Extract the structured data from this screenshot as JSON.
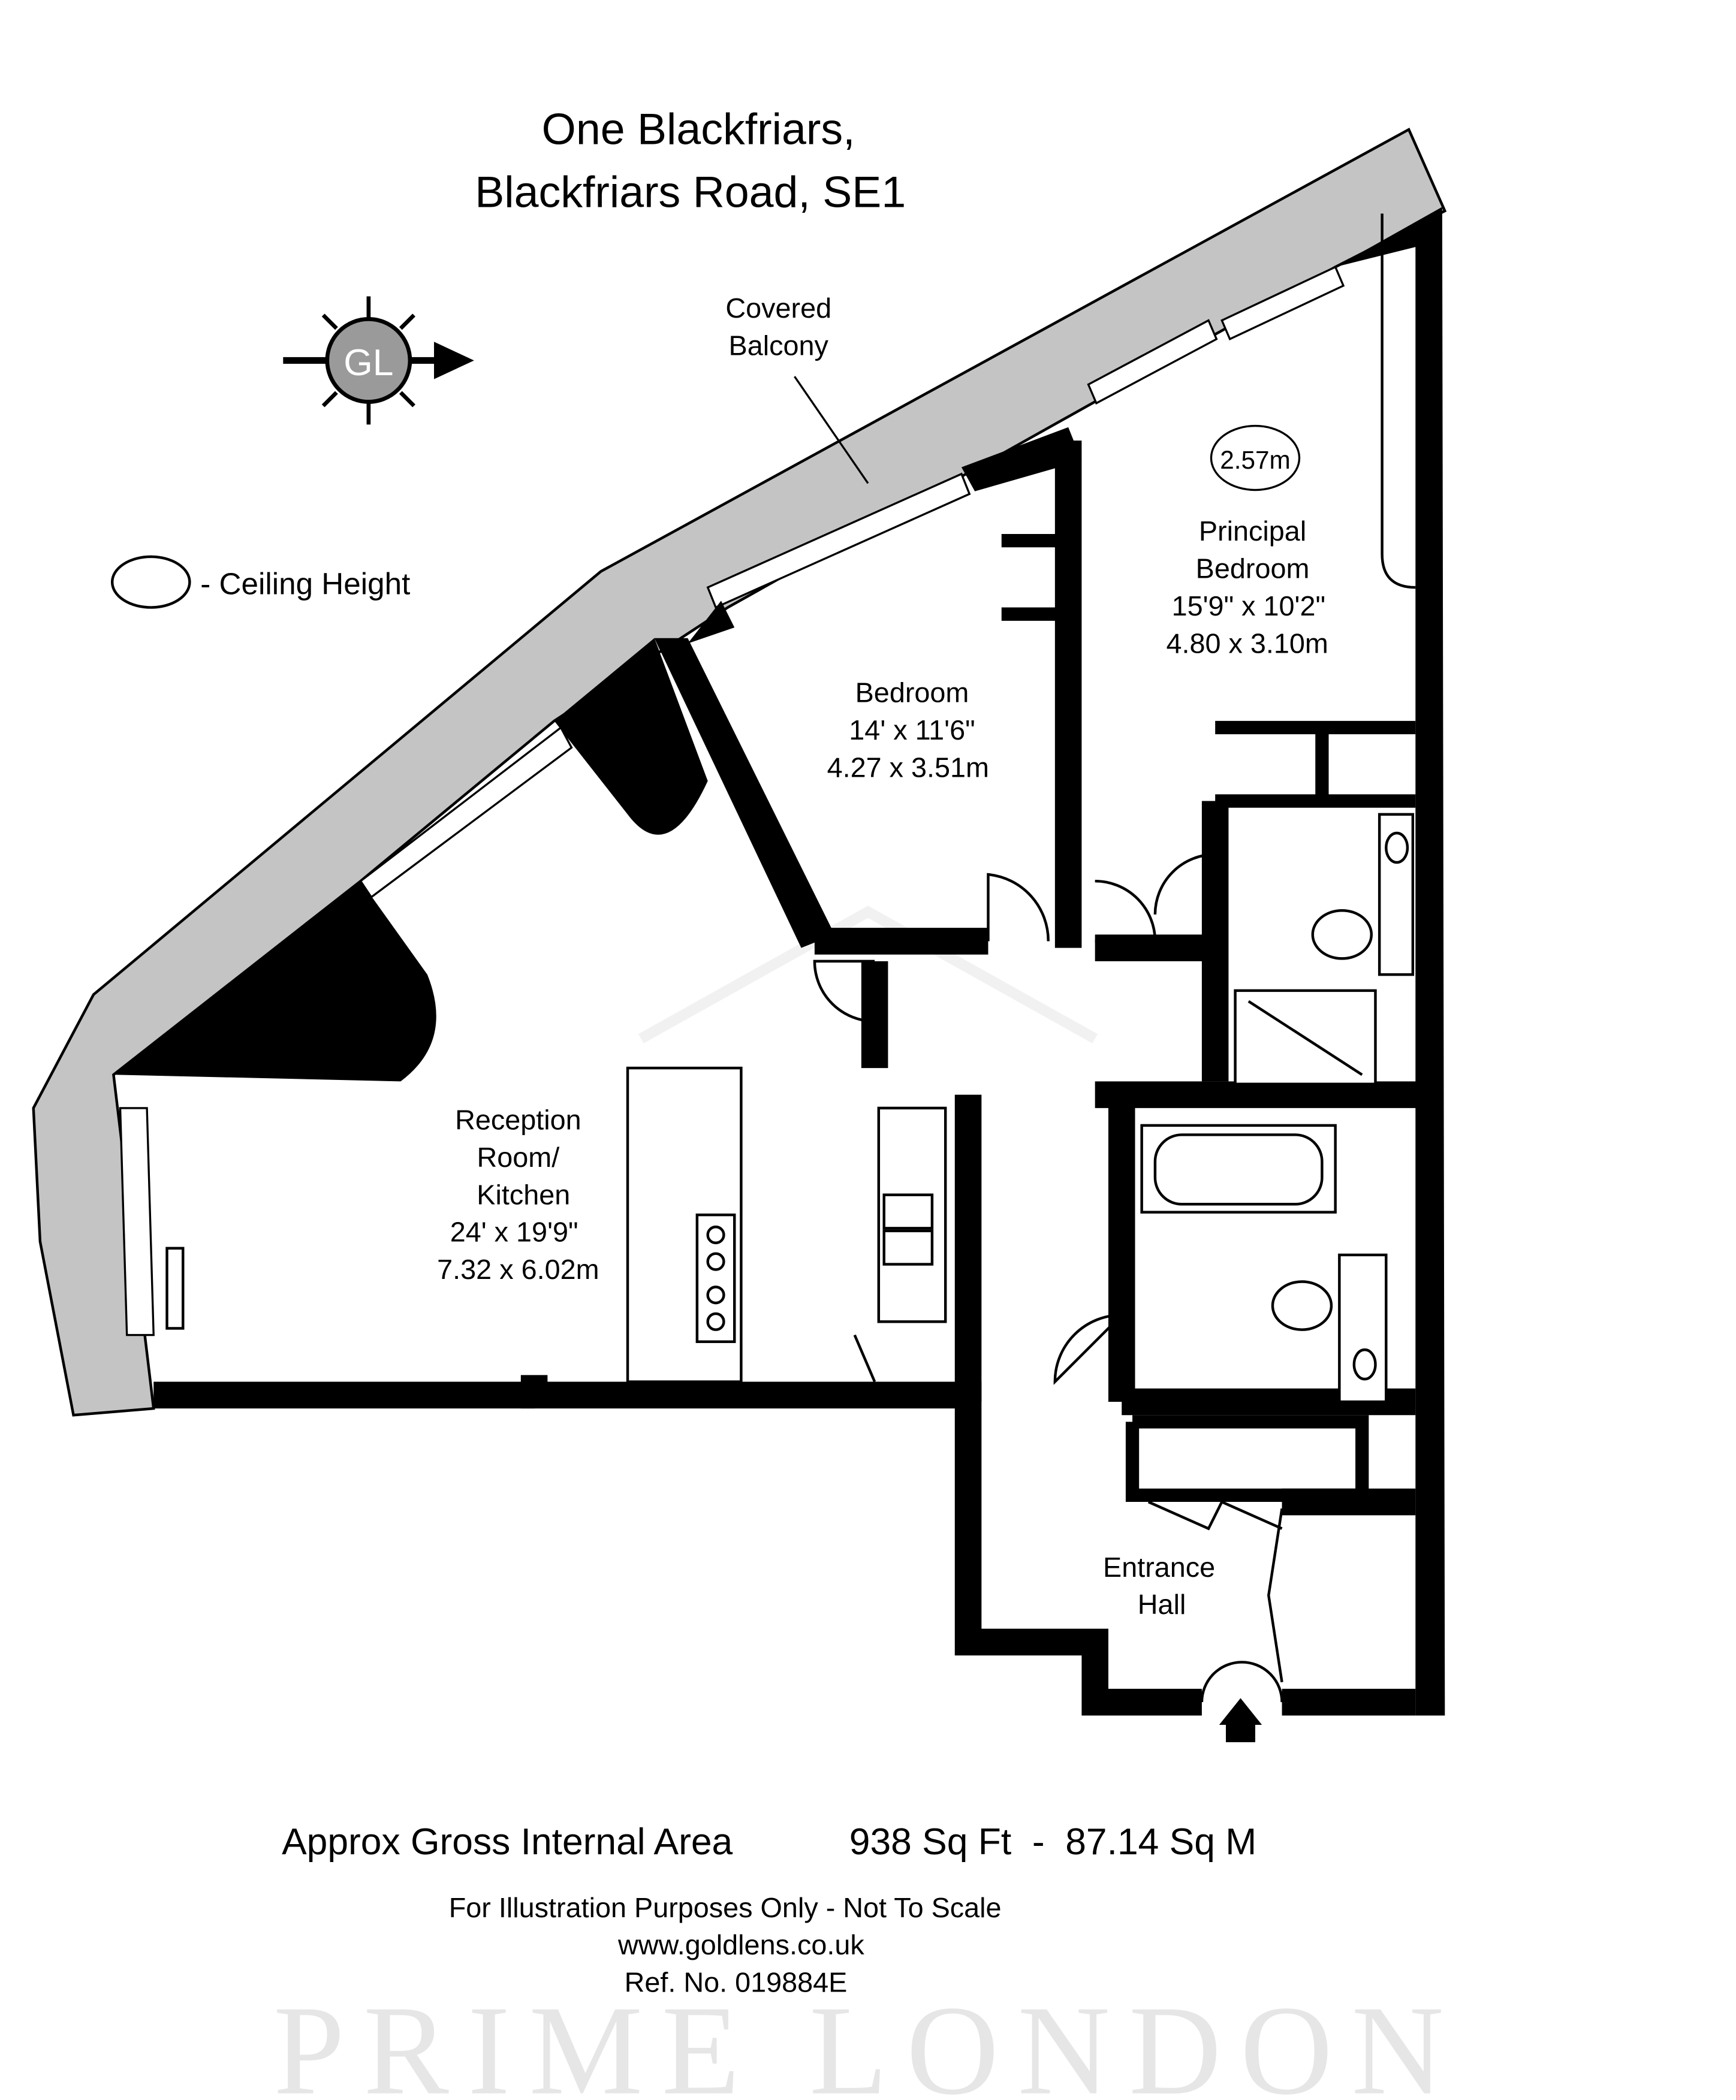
{
  "header": {
    "title_line1": "One Blackfriars,",
    "title_line2": "Blackfriars Road, SE1"
  },
  "compass": {
    "label": "GL",
    "icon": "compass-sun-icon"
  },
  "legend": {
    "label": "- Ceiling Height"
  },
  "balcony": {
    "line1": "Covered",
    "line2": "Balcony"
  },
  "watermark": "PRIME LONDON",
  "rooms": [
    {
      "name_lines": [
        "Principal",
        "Bedroom"
      ],
      "imperial": "15'9\" x 10'2\"",
      "metric": "4.80 x 3.10m",
      "ceiling_height": "2.57m"
    },
    {
      "name_lines": [
        "Bedroom"
      ],
      "imperial": "14' x 11'6\"",
      "metric": "4.27 x 3.51m"
    },
    {
      "name_lines": [
        "Reception",
        "Room/",
        "Kitchen"
      ],
      "imperial": "24' x 19'9\"",
      "metric": "7.32 x 6.02m"
    },
    {
      "name_lines": [
        "Entrance",
        "Hall"
      ]
    }
  ],
  "footer": {
    "area_label": "Approx Gross Internal Area",
    "area_value": "938 Sq Ft  -  87.14 Sq M",
    "disclaimer": "For Illustration Purposes Only - Not To Scale",
    "website": "www.goldlens.co.uk",
    "ref": "Ref. No. 019884E"
  },
  "colors": {
    "wall": "#000000",
    "balcony": "#c4c4c4",
    "compass": "#9a9a9a"
  }
}
